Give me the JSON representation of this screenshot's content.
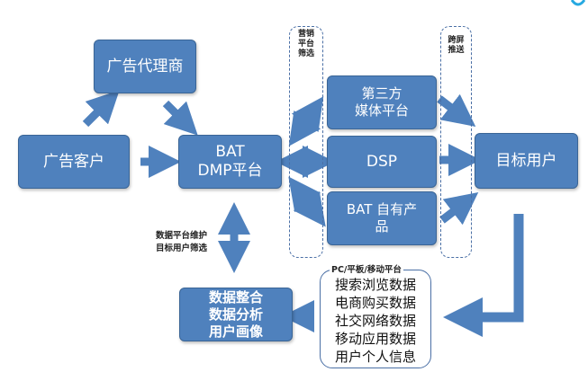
{
  "nodes": {
    "ad_agency": "广告代理商",
    "advertiser": "广告客户",
    "bat_dmp": "BAT\nDMP平台",
    "third_party": "第三方\n媒体平台",
    "dsp": "DSP",
    "bat_own": "BAT 自有产\n品",
    "target_user": "目标用户",
    "data_integration": "数据整合\n数据分析\n用户画像"
  },
  "labels": {
    "marketing_screen": "营销\n平台\n筛选",
    "cross_screen": "跨屏\n推送",
    "data_maintain": "数据平台维护\n目标用户筛选",
    "devices": "PC/平板/移动平台"
  },
  "data_sources": [
    "搜索浏览数据",
    "电商购买数据",
    "社交网络数据",
    "移动应用数据",
    "用户个人信息"
  ],
  "colors": {
    "box_fill": "#4f81bd",
    "box_border": "#3a6596",
    "arrow_fill": "#4f81bd",
    "dashed_border": "#4a6fa5",
    "logo_accent": "#27a9e1"
  }
}
